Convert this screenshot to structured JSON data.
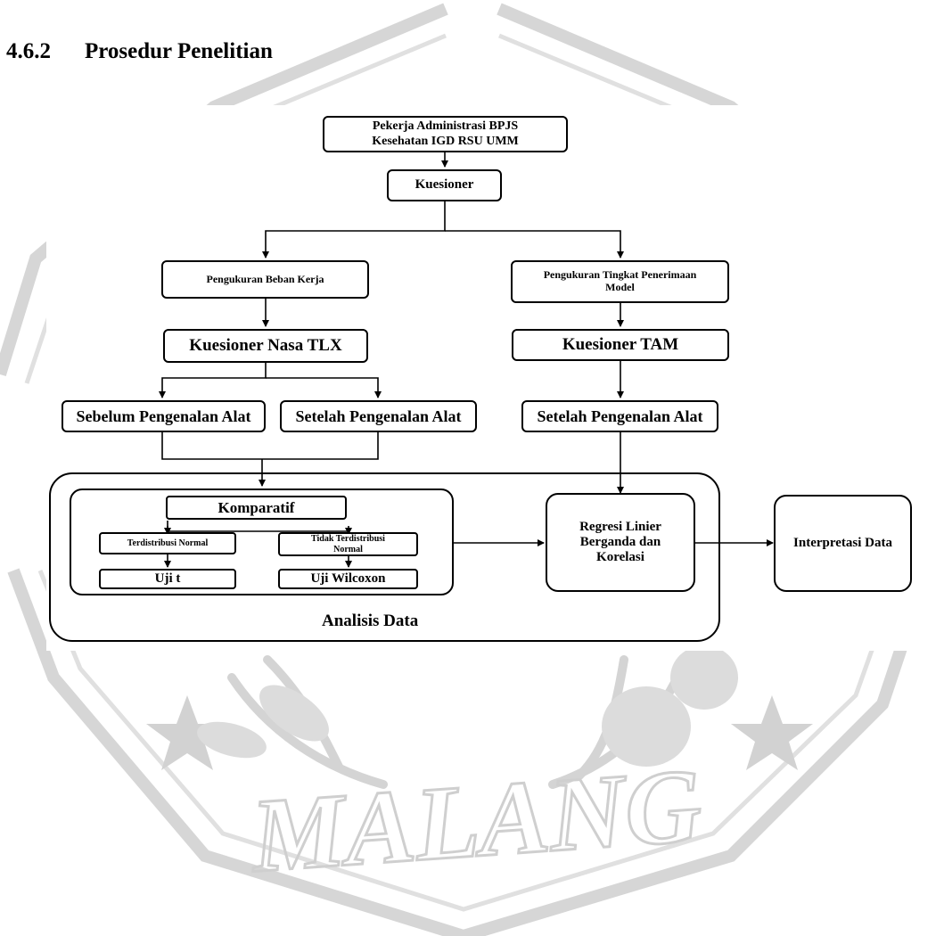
{
  "heading": {
    "number": "4.6.2",
    "title": "Prosedur Penelitian"
  },
  "watermark": {
    "text": "MALANG"
  },
  "nodes": {
    "workers": "Pekerja Administrasi BPJS Kesehatan IGD RSU UMM",
    "questionnaire": "Kuesioner",
    "workload_measure": "Pengukuran Beban Kerja",
    "acceptance_measure": "Pengukuran Tingkat Penerimaan Model",
    "nasa_tlx": "Kuesioner Nasa TLX",
    "tam": "Kuesioner TAM",
    "before_tool": "Sebelum Pengenalan Alat",
    "after_tool_left": "Setelah Pengenalan Alat",
    "after_tool_right": "Setelah Pengenalan Alat",
    "comparative": "Komparatif",
    "normal": "Terdistribusi Normal",
    "not_normal": "Tidak Terdistribusi Normal",
    "t_test": "Uji t",
    "wilcoxon": "Uji Wilcoxon",
    "regression": "Regresi Linier Berganda dan Korelasi",
    "interpretation": "Interpretasi Data"
  },
  "containers": {
    "analysis": "Analisis Data"
  }
}
